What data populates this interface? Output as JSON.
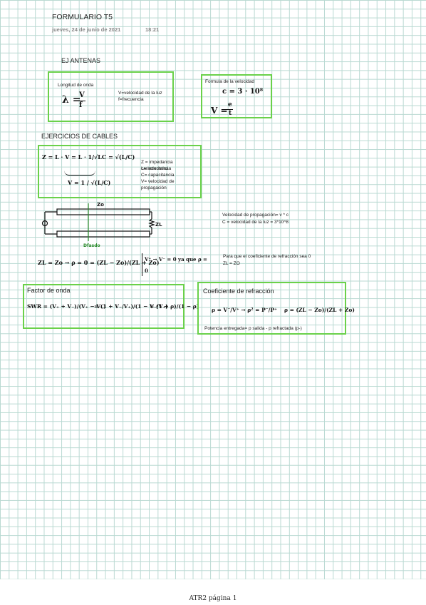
{
  "header": {
    "title": "FORMULARIO T5",
    "date": "jueves, 24 de junio de 2021",
    "time": "18:21"
  },
  "antenas": {
    "heading": "EJ ANTENAS",
    "wavelength": {
      "label": "Longitud de onda",
      "eq_lhs": "λ =",
      "eq_num": "V",
      "eq_den": "f",
      "defs": [
        "V=velocidad de la luz",
        "f=frecuencia"
      ]
    },
    "velocity": {
      "label": "Formula de la velocidad",
      "c_eq": "c = 3 · 10⁸",
      "v_lhs": "V =",
      "v_num": "e",
      "v_den": "t"
    }
  },
  "cables": {
    "heading": "EJERCICIOS DE CABLES",
    "z_eq": "Z = L · V = L · 1/√LC = √(L/C)",
    "v_eq": "V = 1 / √(L/C)",
    "defs": [
      "Z = impedancia característica",
      "L= inductancia",
      "C= capacitancia",
      "V= velocidad de propagación"
    ],
    "diagram": {
      "z0_label": "Zo",
      "zl_label": "ZL",
      "stub_label": "Dfasdo"
    },
    "propagation": [
      "Velocidad de propagación= v * c",
      "C = velocidad de la luz = 3*10^8"
    ],
    "reflection_eq": "ZL = Zo  →  ρ = 0  =  (ZL − Zo)/(ZL + Zo)",
    "reflection_note": "V⁺ →   V⁻ = 0  ya que ρ = 0",
    "zero_reflection": [
      "Para que el coeficiente de refracción sea 0",
      "ZL = ZO"
    ]
  },
  "factor_onda": {
    "title": "Factor de onda",
    "eq1": "SWR = (V₊ + V₋)/(V₊ − V₋)",
    "eq2": "= (1 + V₋/V₊)/(1 − V₋/V₊)",
    "eq3": "= (1 + ρ)/(1 − ρ)"
  },
  "coef_refraccion": {
    "title": "Coeficiente de refracción",
    "eq1": "ρ = V⁻/V⁺  →  ρ² = P⁻/P⁺",
    "eq2": "ρ = (ZL − Zo)/(ZL + Zo)",
    "power": "Potencia entregada= p salida - p refractada (p-)"
  },
  "footer": {
    "page": "ATR2 página 1"
  }
}
